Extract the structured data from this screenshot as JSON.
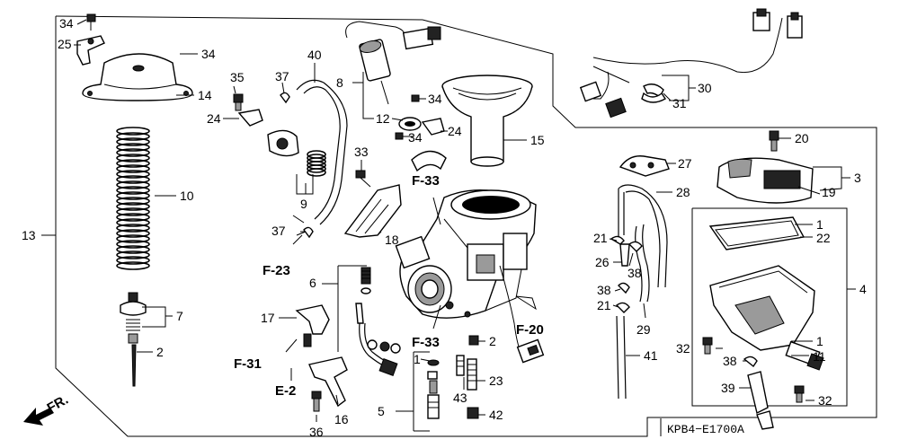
{
  "diagram_code": "KPB4−E1700A",
  "direction_label": "FR.",
  "references": {
    "f33_upper": "F-33",
    "f23": "F-23",
    "f31": "F-31",
    "e2": "E-2",
    "f33_lower": "F-33",
    "f20": "F-20"
  },
  "callouts": {
    "c34a": "34",
    "c25": "25",
    "c34b": "34",
    "c14": "14",
    "c35": "35",
    "c24a": "24",
    "c10": "10",
    "c13": "13",
    "c7": "7",
    "c2a": "2",
    "c37a": "37",
    "c40": "40",
    "c9": "9",
    "c33": "33",
    "c37b": "37",
    "c18": "18",
    "c8": "8",
    "c12": "12",
    "c34c": "34",
    "c34d": "34",
    "c24b": "24",
    "c15": "15",
    "c6": "6",
    "c17": "17",
    "c16": "16",
    "c36": "36",
    "c1a": "1",
    "c5": "5",
    "c2b": "2",
    "c43": "43",
    "c23": "23",
    "c42": "42",
    "c41": "41",
    "c30": "30",
    "c31": "31",
    "c20": "20",
    "c27": "27",
    "c28": "28",
    "c3": "3",
    "c19": "19",
    "c1b": "1",
    "c22": "22",
    "c21a": "21",
    "c26": "26",
    "c38a": "38",
    "c38b": "38",
    "c21b": "21",
    "c29": "29",
    "c4": "4",
    "c32a": "32",
    "c1c": "1",
    "c11": "11",
    "c38c": "38",
    "c39": "39",
    "c32b": "32"
  }
}
